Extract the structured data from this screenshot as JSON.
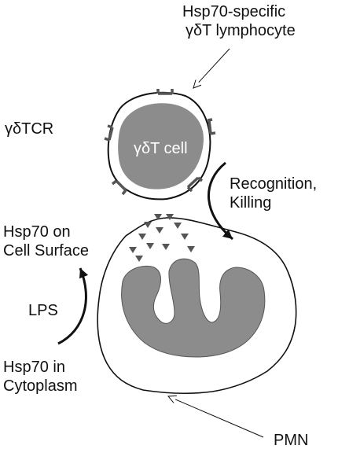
{
  "labels": {
    "gd_lymphocyte_line1": "Hsp70-specific",
    "gd_lymphocyte_line2": "γδT lymphocyte",
    "tcr": "γδTCR",
    "gd_cell": "γδT cell",
    "recognition_line1": "Recognition,",
    "recognition_line2": "Killing",
    "surface_line1": "Hsp70 on",
    "surface_line2": "Cell Surface",
    "lps": "LPS",
    "cytoplasm_line1": "Hsp70 in",
    "cytoplasm_line2": "Cytoplasm",
    "pmn": "PMN"
  },
  "colors": {
    "outline": "#111111",
    "nucleus_fill": "#8c8c8c",
    "receptor_fill": "#8c8c8c",
    "hsp70_marker": "#555555",
    "background": "#ffffff"
  }
}
